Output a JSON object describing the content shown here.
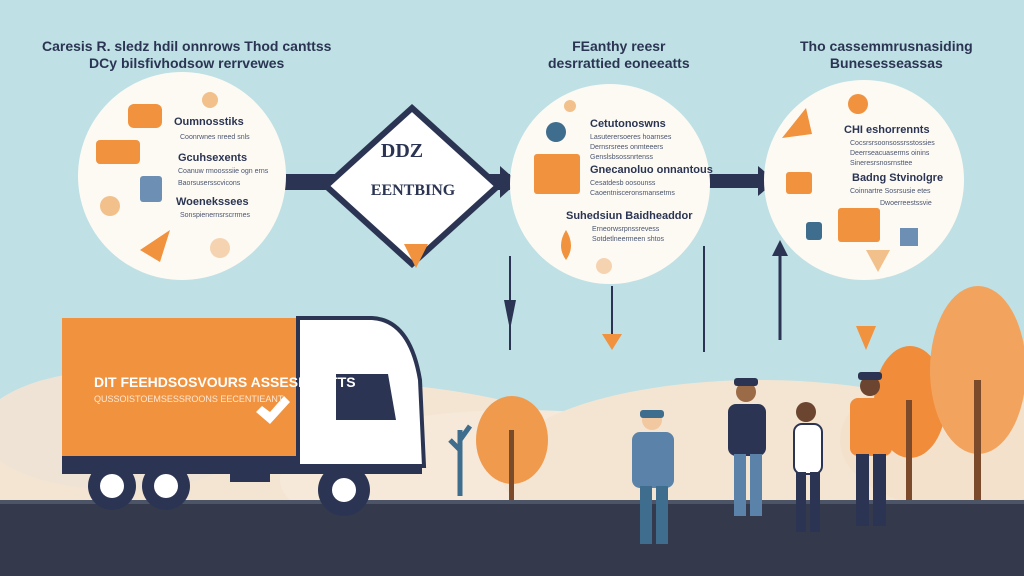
{
  "headlines": {
    "left_line1": "Caresis R. sledz hdil onnrows Thod canttss",
    "left_line2": "DCy bilsfivhodsow rerrvewes",
    "center_line1": "FEanthy reesr",
    "center_line2": "desrrattied eoneeatts",
    "right_line1": "Tho cassemmrusnasiding",
    "right_line2": "Bunesesseassas"
  },
  "bubble_left": {
    "heading1": "Oumnosstiks",
    "sub1": "Coonrwnes nreed snls",
    "heading2": "Gcuhsexents",
    "sub2a": "Coanuw rmoosssiie ogn erns",
    "sub2b": "Baorsusersscvicons",
    "heading3": "Woenekssees",
    "sub3": "Sonspienernsrscrrmes"
  },
  "sign": {
    "top_label": "DDZ",
    "main_label": "EENTBING"
  },
  "bubble_center": {
    "heading1": "Cetutonoswns",
    "sub1a": "Lasuterersoeres hoarnses",
    "sub1b": "Dernsrsrees onmteeers",
    "sub1c": "Genslsbsossnrtenss",
    "heading2": "Gnecanoluo onnantous",
    "sub2a": "Cesatdesb oosounss",
    "sub2b": "Caoentnisceronsmansetms",
    "heading3": "Suhedsiun Baidheaddor",
    "sub3a": "Erneorwsrpnssrevess",
    "sub3b": "Sotdetlneermeen shtos"
  },
  "bubble_right": {
    "heading1": "CHI eshorrennts",
    "sub1a": "Cocsrsrsoonsossrsstossies",
    "sub1b": "Deerrseacuaserms oinins",
    "sub1c": "Sineresrsnosrnsttee",
    "heading2": "Badng Stvinolgre",
    "sub2a": "Coinnartre Sosrsusie etes",
    "sub2b": "Dwoerreestssvie"
  },
  "truck": {
    "title": "DIT FEEHDSOSVOURS ASSESMAETTS",
    "subtitle": "QUSSOISTOEMSESSROONS EECENTIEANT"
  },
  "colors": {
    "sky": "#bfe0e4",
    "navy": "#2b3553",
    "orange": "#f0923e",
    "road": "#343a4b",
    "cream": "#f6e4cf"
  }
}
